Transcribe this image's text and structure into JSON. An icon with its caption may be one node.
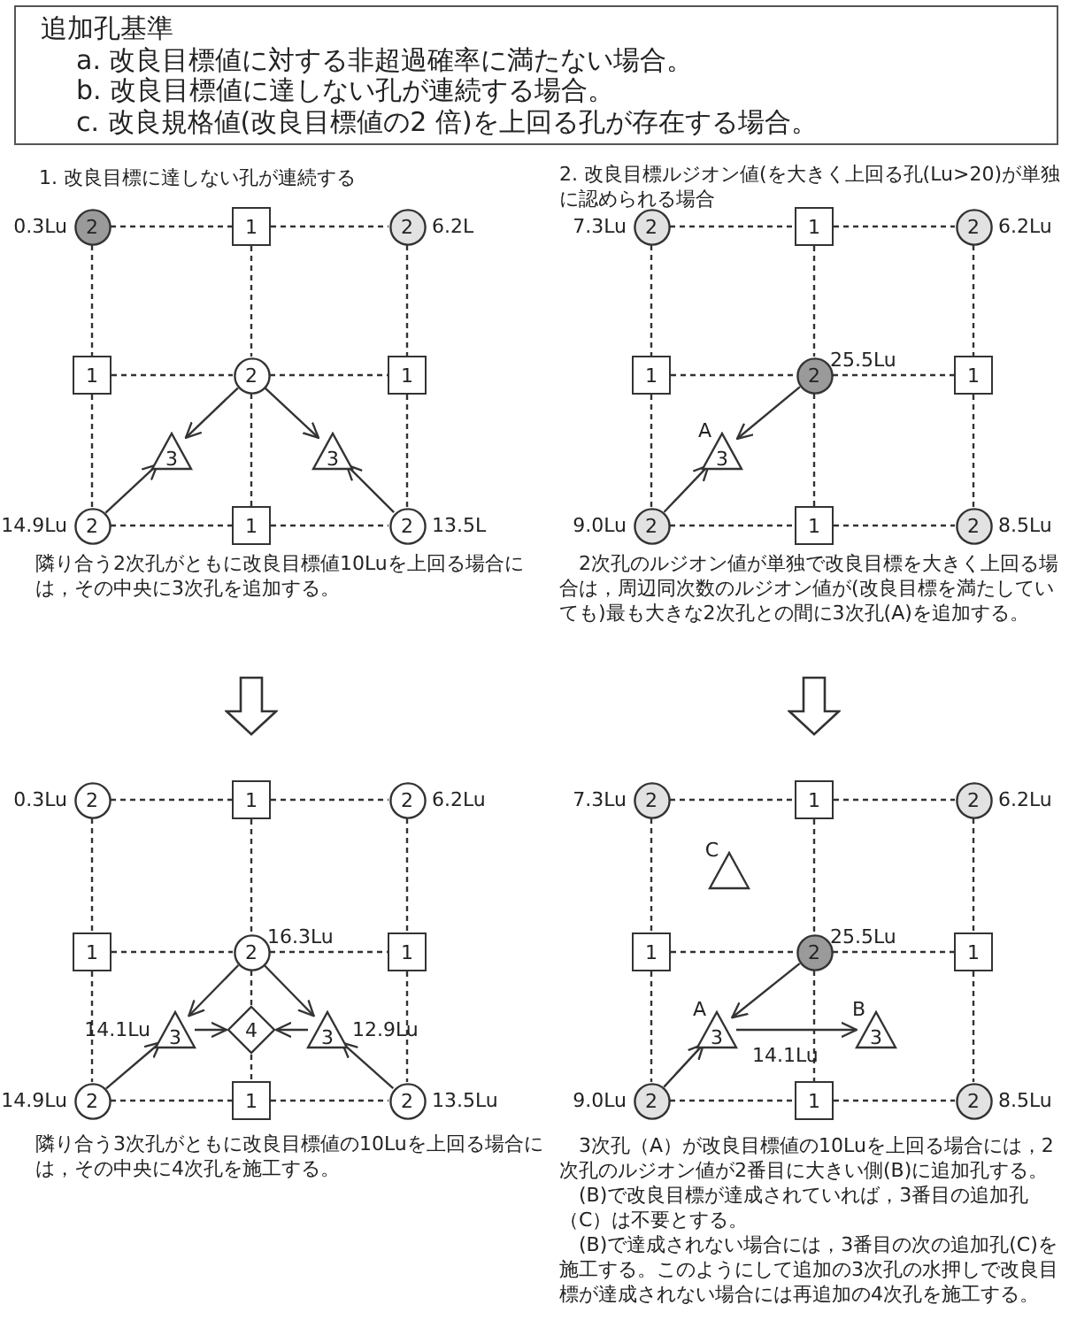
{
  "diagram": {
    "nodes": [
      {
        "text": [
          "追加孔基準",
          "a. 改良目標値に対する非超過確率に満たない場合。",
          "b. 改良目標値に達しない孔が連続する場合。",
          "c. 改良規格値(改良目標値の2 倍)を上回る孔が存在する場合。"
        ]
      },
      {
        "text": [
          "2"
        ],
        "beside": [
          "0.3Lu"
        ]
      },
      {
        "text": [
          "1"
        ]
      },
      {
        "text": [
          "2"
        ],
        "beside": [
          "6.2L"
        ]
      },
      {
        "text": [
          "1"
        ]
      },
      {
        "text": [
          "2"
        ]
      },
      {
        "text": [
          "1"
        ]
      },
      {
        "text": [
          "3"
        ]
      },
      {
        "text": [
          "3"
        ]
      },
      {
        "text": [
          "2"
        ],
        "beside": [
          "14.9Lu"
        ]
      },
      {
        "text": [
          "1"
        ]
      },
      {
        "text": [
          "2"
        ],
        "beside": [
          "13.5L"
        ]
      },
      {
        "text": [
          "2"
        ],
        "beside": [
          "7.3Lu"
        ]
      },
      {
        "text": [
          "1"
        ]
      },
      {
        "text": [
          "2"
        ],
        "beside": [
          "6.2Lu"
        ]
      },
      {
        "text": [
          "1"
        ]
      },
      {
        "text": [
          "2"
        ],
        "beside": [
          "25.5Lu"
        ]
      },
      {
        "text": [
          "1"
        ]
      },
      {
        "text": [
          "3"
        ],
        "beside": [
          "A"
        ]
      },
      {
        "text": [
          "2"
        ],
        "beside": [
          "9.0Lu"
        ]
      },
      {
        "text": [
          "1"
        ]
      },
      {
        "text": [
          "2"
        ],
        "beside": [
          "8.5Lu"
        ]
      },
      {
        "text": [
          "2"
        ],
        "beside": [
          "0.3Lu"
        ]
      },
      {
        "text": [
          "1"
        ]
      },
      {
        "text": [
          "2"
        ],
        "beside": [
          "6.2Lu"
        ]
      },
      {
        "text": [
          "1"
        ]
      },
      {
        "text": [
          "2"
        ],
        "beside": [
          "16.3Lu"
        ]
      },
      {
        "text": [
          "1"
        ]
      },
      {
        "text": [
          "3"
        ],
        "beside": [
          "14.1Lu"
        ]
      },
      {
        "text": [
          "4"
        ]
      },
      {
        "text": [
          "3"
        ],
        "beside": [
          "12.9Lu"
        ]
      },
      {
        "text": [
          "2"
        ],
        "beside": [
          "14.9Lu"
        ]
      },
      {
        "text": [
          "1"
        ]
      },
      {
        "text": [
          "2"
        ],
        "beside": [
          "13.5Lu"
        ]
      },
      {
        "text": [
          "2"
        ],
        "beside": [
          "7.3Lu"
        ]
      },
      {
        "text": [
          "1"
        ]
      },
      {
        "text": [
          "2"
        ],
        "beside": [
          "6.2Lu"
        ]
      },
      {
        "text": [],
        "shape": "triangle",
        "beside": [
          "C"
        ]
      },
      {
        "text": [
          "1"
        ]
      },
      {
        "text": [
          "2"
        ],
        "beside": [
          "25.5Lu"
        ]
      },
      {
        "text": [
          "1"
        ]
      },
      {
        "text": [
          "3"
        ],
        "beside": [
          "A",
          "14.1Lu"
        ]
      },
      {
        "text": [
          "3"
        ],
        "beside": [
          "B"
        ]
      },
      {
        "text": [
          "2"
        ],
        "beside": [
          "9.0Lu"
        ]
      },
      {
        "text": [
          "1"
        ]
      },
      {
        "text": [
          "2"
        ],
        "beside": [
          "8.5Lu"
        ]
      }
    ],
    "edges": [
      {
        "from": 1,
        "to": 2,
        "arrow": "none",
        "style": "dashed"
      },
      {
        "from": 2,
        "to": 3,
        "arrow": "none",
        "style": "dashed"
      },
      {
        "from": 1,
        "to": 4,
        "arrow": "none",
        "style": "dashed"
      },
      {
        "from": 2,
        "to": 5,
        "arrow": "none",
        "style": "dashed"
      },
      {
        "from": 3,
        "to": 6,
        "arrow": "none",
        "style": "dashed"
      },
      {
        "from": 4,
        "to": 5,
        "arrow": "none",
        "style": "dashed"
      },
      {
        "from": 5,
        "to": 6,
        "arrow": "none",
        "style": "dashed"
      },
      {
        "from": 4,
        "to": 9,
        "arrow": "none",
        "style": "dashed"
      },
      {
        "from": 5,
        "to": 10,
        "arrow": "none",
        "style": "dashed"
      },
      {
        "from": 6,
        "to": 11,
        "arrow": "none",
        "style": "dashed"
      },
      {
        "from": 9,
        "to": 10,
        "arrow": "none",
        "style": "dashed"
      },
      {
        "from": 10,
        "to": 11,
        "arrow": "none",
        "style": "dashed"
      },
      {
        "from": 5,
        "to": 7,
        "arrow": "to"
      },
      {
        "from": 5,
        "to": 8,
        "arrow": "to"
      },
      {
        "from": 9,
        "to": 7,
        "arrow": "to"
      },
      {
        "from": 11,
        "to": 8,
        "arrow": "to"
      },
      {
        "from": 12,
        "to": 13,
        "arrow": "none",
        "style": "dashed"
      },
      {
        "from": 13,
        "to": 14,
        "arrow": "none",
        "style": "dashed"
      },
      {
        "from": 12,
        "to": 15,
        "arrow": "none",
        "style": "dashed"
      },
      {
        "from": 13,
        "to": 16,
        "arrow": "none",
        "style": "dashed"
      },
      {
        "from": 14,
        "to": 17,
        "arrow": "none",
        "style": "dashed"
      },
      {
        "from": 15,
        "to": 16,
        "arrow": "none",
        "style": "dashed"
      },
      {
        "from": 16,
        "to": 17,
        "arrow": "none",
        "style": "dashed"
      },
      {
        "from": 15,
        "to": 19,
        "arrow": "none",
        "style": "dashed"
      },
      {
        "from": 16,
        "to": 20,
        "arrow": "none",
        "style": "dashed"
      },
      {
        "from": 17,
        "to": 21,
        "arrow": "none",
        "style": "dashed"
      },
      {
        "from": 19,
        "to": 20,
        "arrow": "none",
        "style": "dashed"
      },
      {
        "from": 20,
        "to": 21,
        "arrow": "none",
        "style": "dashed"
      },
      {
        "from": 16,
        "to": 18,
        "arrow": "to"
      },
      {
        "from": 19,
        "to": 18,
        "arrow": "to"
      },
      {
        "from": 22,
        "to": 23,
        "arrow": "none",
        "style": "dashed"
      },
      {
        "from": 23,
        "to": 24,
        "arrow": "none",
        "style": "dashed"
      },
      {
        "from": 22,
        "to": 25,
        "arrow": "none",
        "style": "dashed"
      },
      {
        "from": 23,
        "to": 26,
        "arrow": "none",
        "style": "dashed"
      },
      {
        "from": 24,
        "to": 27,
        "arrow": "none",
        "style": "dashed"
      },
      {
        "from": 25,
        "to": 26,
        "arrow": "none",
        "style": "dashed"
      },
      {
        "from": 26,
        "to": 27,
        "arrow": "none",
        "style": "dashed"
      },
      {
        "from": 25,
        "to": 31,
        "arrow": "none",
        "style": "dashed"
      },
      {
        "from": 26,
        "to": 29,
        "arrow": "none",
        "style": "dashed"
      },
      {
        "from": 29,
        "to": 32,
        "arrow": "none",
        "style": "dashed"
      },
      {
        "from": 27,
        "to": 33,
        "arrow": "none",
        "style": "dashed"
      },
      {
        "from": 31,
        "to": 32,
        "arrow": "none",
        "style": "dashed"
      },
      {
        "from": 32,
        "to": 33,
        "arrow": "none",
        "style": "dashed"
      },
      {
        "from": 26,
        "to": 28,
        "arrow": "to"
      },
      {
        "from": 26,
        "to": 30,
        "arrow": "to"
      },
      {
        "from": 28,
        "to": 29,
        "arrow": "to"
      },
      {
        "from": 30,
        "to": 29,
        "arrow": "to"
      },
      {
        "from": 31,
        "to": 28,
        "arrow": "to"
      },
      {
        "from": 33,
        "to": 30,
        "arrow": "to"
      },
      {
        "from": 34,
        "to": 35,
        "arrow": "none",
        "style": "dashed"
      },
      {
        "from": 35,
        "to": 36,
        "arrow": "none",
        "style": "dashed"
      },
      {
        "from": 34,
        "to": 38,
        "arrow": "none",
        "style": "dashed"
      },
      {
        "from": 35,
        "to": 39,
        "arrow": "none",
        "style": "dashed"
      },
      {
        "from": 36,
        "to": 40,
        "arrow": "none",
        "style": "dashed"
      },
      {
        "from": 38,
        "to": 39,
        "arrow": "none",
        "style": "dashed"
      },
      {
        "from": 39,
        "to": 40,
        "arrow": "none",
        "style": "dashed"
      },
      {
        "from": 38,
        "to": 43,
        "arrow": "none",
        "style": "dashed"
      },
      {
        "from": 39,
        "to": 44,
        "arrow": "none",
        "style": "dashed"
      },
      {
        "from": 40,
        "to": 45,
        "arrow": "none",
        "style": "dashed"
      },
      {
        "from": 43,
        "to": 44,
        "arrow": "none",
        "style": "dashed"
      },
      {
        "from": 44,
        "to": 45,
        "arrow": "none",
        "style": "dashed"
      },
      {
        "from": 39,
        "to": 41,
        "arrow": "to"
      },
      {
        "from": 41,
        "to": 42,
        "arrow": "to"
      },
      {
        "from": 43,
        "to": 41,
        "arrow": "to"
      }
    ],
    "labels": [
      "1. 改良目標に達しない孔が連続する",
      "2. 改良目標ルジオン値(を大きく上回る孔(Lu>20)が単独に認められる場合",
      "隣り合う2次孔がともに改良目標値10Luを上回る場合には，その中央に3次孔を追加する。",
      "2次孔のルジオン値が単独で改良目標を大きく上回る場合は，周辺同次数のルジオン値が(改良目標を満たしていても)最も大きな2次孔との間に3次孔(A)を追加する。",
      "隣り合う3次孔がともに改良目標値の10Luを上回る場合には，その中央に4次孔を施工する。",
      "3次孔（A）が改良目標値の10Luを上回る場合には，2次孔のルジオン値が2番目に大きい側(B)に追加孔する。",
      "(B)で改良目標が達成されていれば，3番目の追加孔（C）は不要とする。",
      "(B)で達成されない場合には，3番目の次の追加孔(C)を施工する。このようにして追加の3次孔の水押しで改良目標が達成されない場合には再追加の4次孔を施工する。"
    ]
  }
}
